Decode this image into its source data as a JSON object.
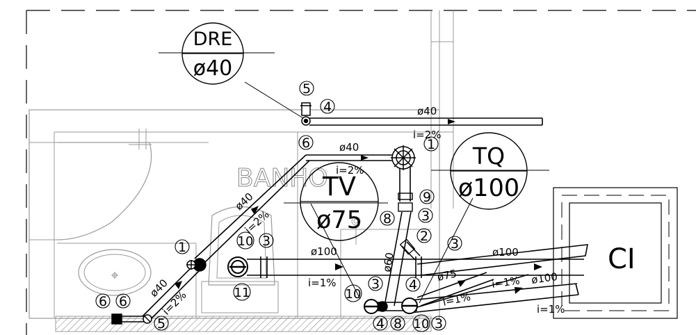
{
  "room_label": "BANHO",
  "pipe_tags": [
    {
      "code": "DRE",
      "diameter": "ø40"
    },
    {
      "code": "TV",
      "diameter": "ø75"
    },
    {
      "code": "TQ",
      "diameter": "ø100"
    },
    {
      "code": "CI",
      "diameter": ""
    }
  ],
  "pipe_labels": {
    "top_pipe": "ø40",
    "top_slope": "i=2%",
    "mid_pipe": "ø40",
    "mid_slope": "i=2%",
    "diag_upper": "ø40",
    "diag_upper_slope": "i=2%",
    "diag_lower": "ø40",
    "diag_lower_slope": "i=2%",
    "main_left": "ø100",
    "main_left_slope": "i=1%",
    "vertical": "ø60",
    "main_right": "ø100",
    "branch_75": "ø75",
    "right_slope_a": "i=1%",
    "right_slope_b": "i=1%",
    "right_slope_c": "i=1%",
    "right_pipe_b": "ø100"
  },
  "fitting_numbers": [
    "1",
    "2",
    "3",
    "4",
    "5",
    "6",
    "8",
    "9",
    "10",
    "11"
  ],
  "fittings": {
    "top_5": "5",
    "top_4": "4",
    "top_6": "6",
    "drain_1": "1",
    "col_9": "9",
    "col_8": "8",
    "col_3a": "3",
    "col_2": "2",
    "col_3b": "3",
    "left_1": "1",
    "left_10": "10",
    "left_3": "3",
    "left_11": "11",
    "bot_6a": "6",
    "bot_6b": "6",
    "bot_5": "5",
    "base_10": "10",
    "base_3": "3",
    "base_4a": "4",
    "base_4b": "4",
    "base_8": "8",
    "base_10b": "10",
    "base_3b": "3"
  }
}
